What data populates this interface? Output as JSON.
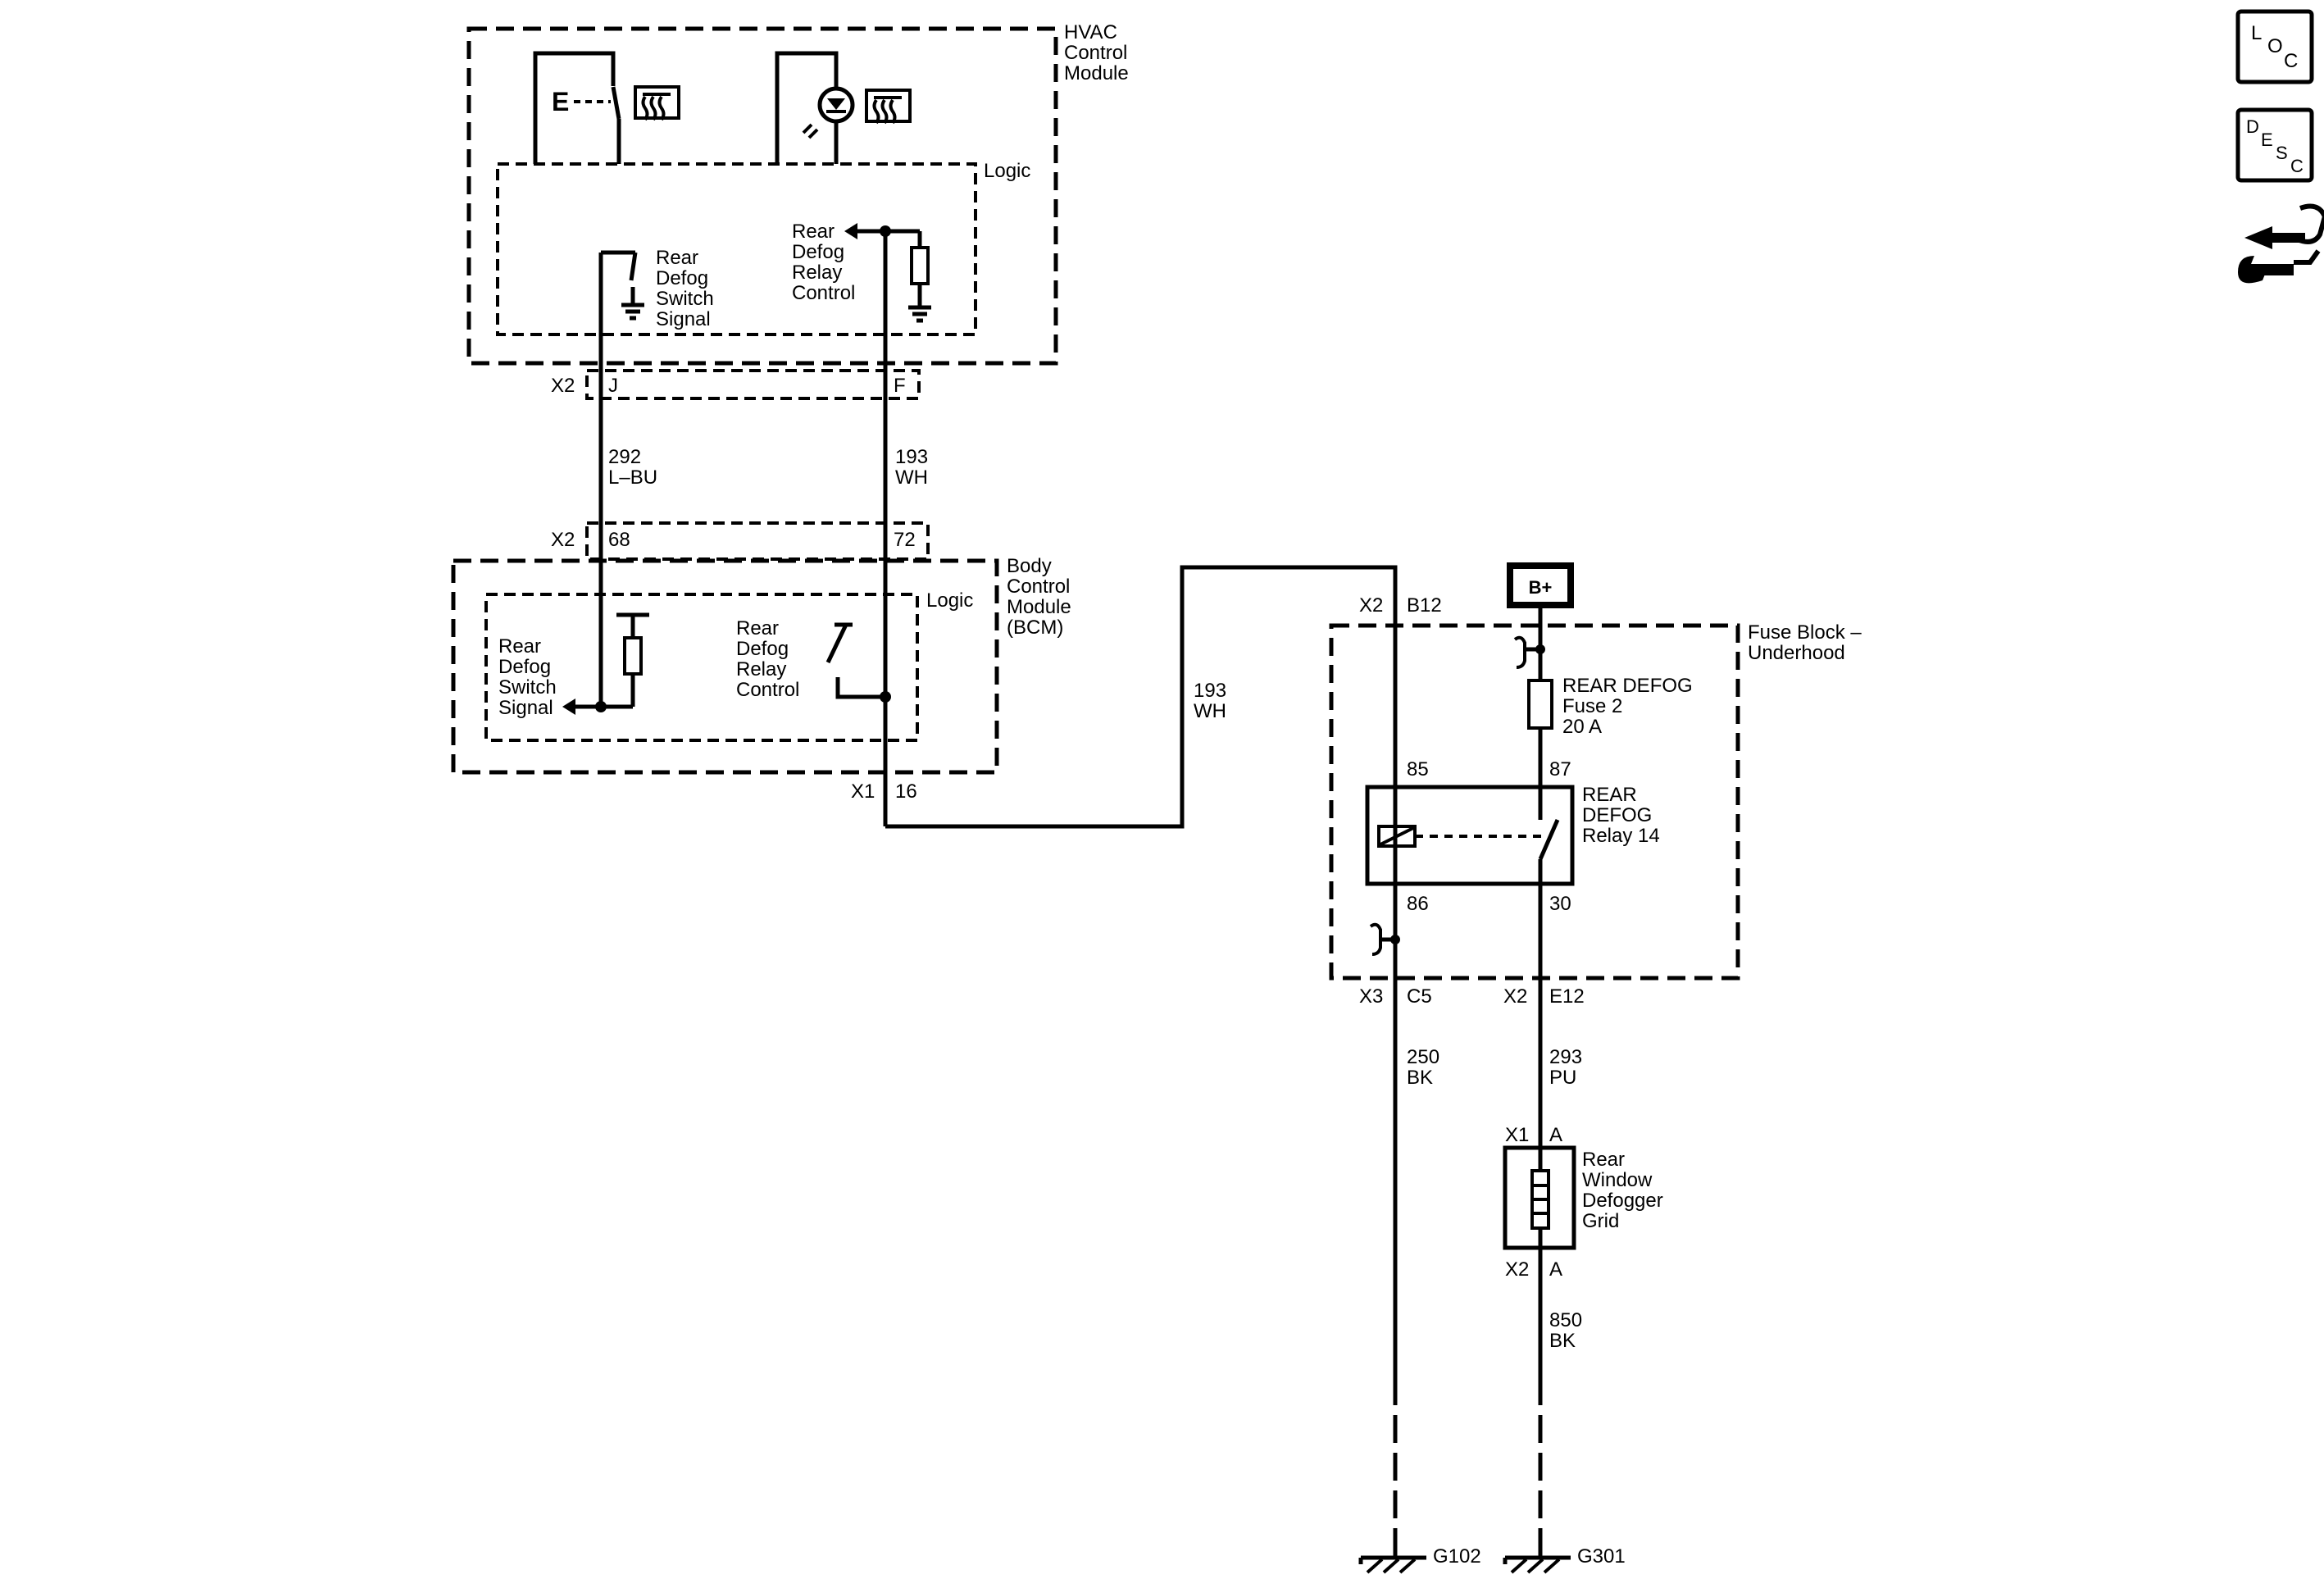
{
  "hvac": {
    "name_lines": [
      "HVAC",
      "Control",
      "Module"
    ],
    "logic": "Logic",
    "switch_signal_lines": [
      "Rear",
      "Defog",
      "Switch",
      "Signal"
    ],
    "relay_control_lines": [
      "Rear",
      "Defog",
      "Relay",
      "Control"
    ],
    "switch_glyph": "E"
  },
  "hvac_connector": {
    "name": "X2",
    "pin_switch": "J",
    "pin_relay": "F"
  },
  "wire_292": {
    "circuit": "292",
    "color": "L–BU"
  },
  "wire_193_a": {
    "circuit": "193",
    "color": "WH"
  },
  "bcm_connector_x2": {
    "name": "X2",
    "pin_switch": "68",
    "pin_relay": "72"
  },
  "bcm": {
    "name_lines": [
      "Body",
      "Control",
      "Module",
      "(BCM)"
    ],
    "logic": "Logic",
    "switch_signal_lines": [
      "Rear",
      "Defog",
      "Switch",
      "Signal"
    ],
    "relay_control_lines": [
      "Rear",
      "Defog",
      "Relay",
      "Control"
    ]
  },
  "bcm_connector_x1": {
    "name": "X1",
    "pin": "16"
  },
  "wire_193_b": {
    "circuit": "193",
    "color": "WH"
  },
  "fuse_block": {
    "name_lines": [
      "Fuse Block –",
      "Underhood"
    ],
    "conn_b12_name": "X2",
    "conn_b12_pin": "B12",
    "conn_c5_name": "X3",
    "conn_c5_pin": "C5",
    "conn_e12_name": "X2",
    "conn_e12_pin": "E12"
  },
  "battery": {
    "label": "B+"
  },
  "fuse": {
    "label_lines": [
      "REAR DEFOG",
      "Fuse 2",
      "20 A"
    ]
  },
  "relay": {
    "label_lines": [
      "REAR",
      "DEFOG",
      "Relay 14"
    ],
    "pin85": "85",
    "pin86": "86",
    "pin87": "87",
    "pin30": "30"
  },
  "wire_250": {
    "circuit": "250",
    "color": "BK"
  },
  "wire_293": {
    "circuit": "293",
    "color": "PU"
  },
  "defogger": {
    "label_lines": [
      "Rear",
      "Window",
      "Defogger",
      "Grid"
    ],
    "conn_top_name": "X1",
    "conn_top_pin": "A",
    "conn_bot_name": "X2",
    "conn_bot_pin": "A"
  },
  "wire_850": {
    "circuit": "850",
    "color": "BK"
  },
  "grounds": {
    "g1": "G102",
    "g2": "G301"
  },
  "nav": {
    "loc": {
      "letters": [
        "L",
        "O",
        "C"
      ],
      "icon": "location-icon"
    },
    "desc": {
      "letters": [
        "D",
        "E",
        "S",
        "C"
      ],
      "icon": "description-icon"
    },
    "connector": {
      "icon": "connector-wrench-icon"
    }
  }
}
